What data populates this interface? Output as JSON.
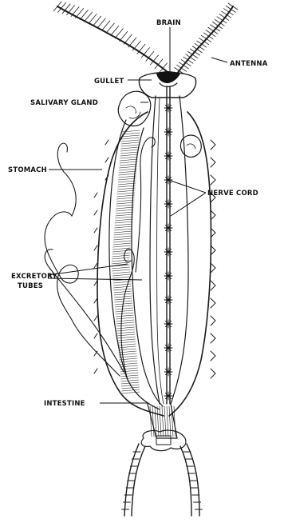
{
  "labels": {
    "brain": "BRAIN",
    "antenna": "ANTENNA",
    "gullet": "GULLET",
    "salivary_gland": "SALIVARY GLAND",
    "stomach": "STOMACH",
    "nerve_cord": "NERVE CORD",
    "excretory_line1": "EXCRETORY",
    "excretory_line2": "TUBES",
    "intestine": "INTESTINE"
  },
  "colors": {
    "ink": "#1a1a1a",
    "background": "#ffffff"
  }
}
